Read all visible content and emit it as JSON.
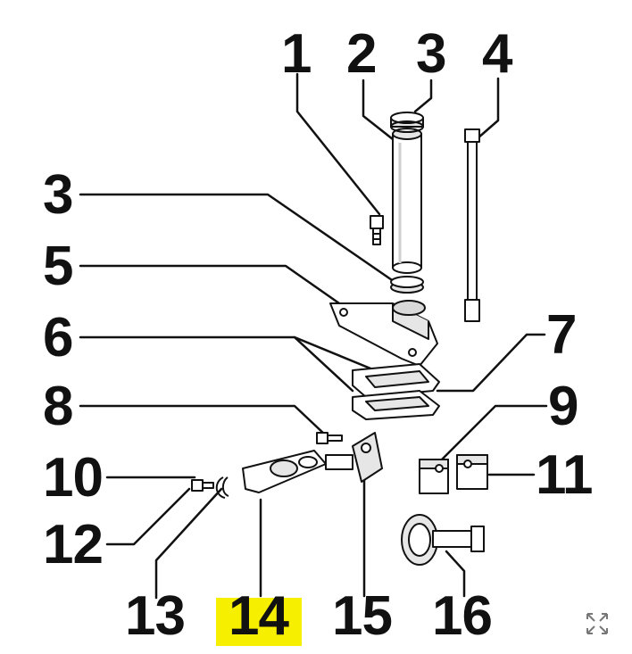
{
  "diagram": {
    "highlight_color": "#f7ef00",
    "line_color": "#111111",
    "part_fill": "#ffffff",
    "part_shade": "#d9d9d9",
    "highlighted_label": "14",
    "labels": {
      "l1": "1",
      "l2": "2",
      "l3a": "3",
      "l4": "4",
      "l3b": "3",
      "l5": "5",
      "l6": "6",
      "l7": "7",
      "l8": "8",
      "l9": "9",
      "l10": "10",
      "l11": "11",
      "l12": "12",
      "l13": "13",
      "l14": "14",
      "l15": "15",
      "l16": "16"
    }
  },
  "controls": {
    "expand_icon": "expand-arrows-icon"
  }
}
